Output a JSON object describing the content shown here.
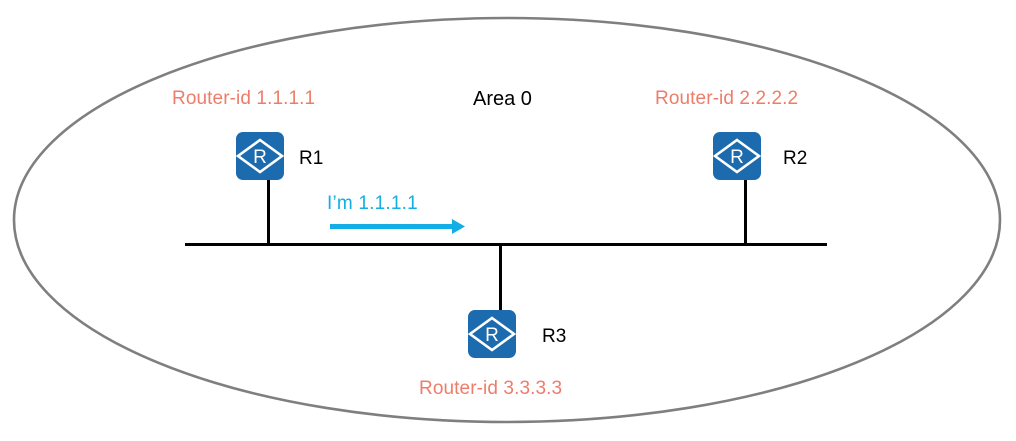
{
  "diagram": {
    "title_label": "Area 0",
    "area_boundary": {
      "shape_name": "ospf-area-ellipse",
      "stroke_color": "#7F7F7F"
    },
    "colors": {
      "router_blue": "#1B6BAE",
      "router_id_salmon": "#ED7D6A",
      "message_cyan": "#12AEE5",
      "link_black": "#000000",
      "boundary_gray": "#7F7F7F"
    },
    "routers": [
      {
        "name": "R1",
        "router_id_label": "Router-id 1.1.1.1",
        "icon": "router-icon"
      },
      {
        "name": "R2",
        "router_id_label": "Router-id 2.2.2.2",
        "icon": "router-icon"
      },
      {
        "name": "R3",
        "router_id_label": "Router-id 3.3.3.3",
        "icon": "router-icon"
      }
    ],
    "message": {
      "text": "I’m 1.1.1.1",
      "direction": "left-to-right",
      "arrow_icon": "arrow-right-icon"
    }
  }
}
